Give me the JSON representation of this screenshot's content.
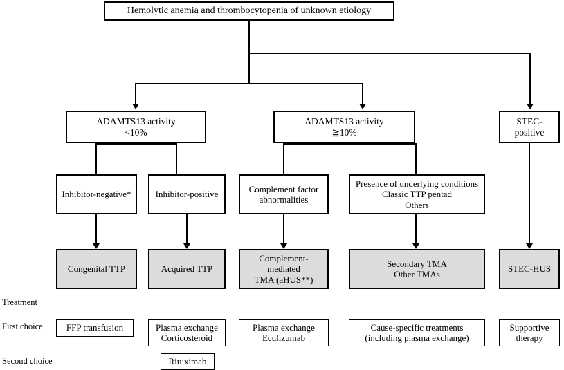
{
  "diagram": {
    "title_node": {
      "text": "Hemolytic anemia and thrombocytopenia of unknown etiology"
    },
    "level2": [
      {
        "key": "adamts13_low",
        "text": "ADAMTS13 activity\n<10%"
      },
      {
        "key": "adamts13_high",
        "text": "ADAMTS13 activity\n≧10%"
      },
      {
        "key": "stec_positive",
        "text": "STEC-positive"
      }
    ],
    "level3": [
      {
        "key": "inhibitor_negative",
        "text": "Inhibitor-negative*"
      },
      {
        "key": "inhibitor_positive",
        "text": "Inhibitor-positive"
      },
      {
        "key": "complement_factor",
        "text": "Complement factor\nabnormalities"
      },
      {
        "key": "underlying_conditions",
        "text": "Presence of underlying conditions\nClassic TTP pentad\nOthers"
      }
    ],
    "diagnoses": [
      {
        "key": "congenital_ttp",
        "text": "Congenital TTP"
      },
      {
        "key": "acquired_ttp",
        "text": "Acquired TTP"
      },
      {
        "key": "complement_mediated_tma",
        "text": "Complement-mediated\nTMA  (aHUS**)"
      },
      {
        "key": "secondary_tma",
        "text": "Secondary TMA\nOther TMAs"
      },
      {
        "key": "stec_hus",
        "text": "STEC-HUS"
      }
    ],
    "row_labels": {
      "treatment": "Treatment",
      "first_choice": "First choice",
      "second_choice": "Second choice"
    },
    "first_choice_treatments": [
      {
        "key": "ffp_transfusion",
        "text": "FFP transfusion"
      },
      {
        "key": "plasma_exchange_corticosteroid",
        "text": "Plasma exchange\nCorticosteroid"
      },
      {
        "key": "plasma_exchange_eculizumab",
        "text": "Plasma exchange\nEculizumab"
      },
      {
        "key": "cause_specific",
        "text": "Cause-specific treatments\n(including plasma exchange)"
      },
      {
        "key": "supportive_therapy",
        "text": "Supportive\ntherapy"
      }
    ],
    "second_choice_treatments": [
      {
        "key": "rituximab",
        "text": "Rituximab"
      }
    ],
    "colors": {
      "diagnosis_fill": "#dcdcdc",
      "stroke": "#000000",
      "background": "#ffffff"
    }
  }
}
